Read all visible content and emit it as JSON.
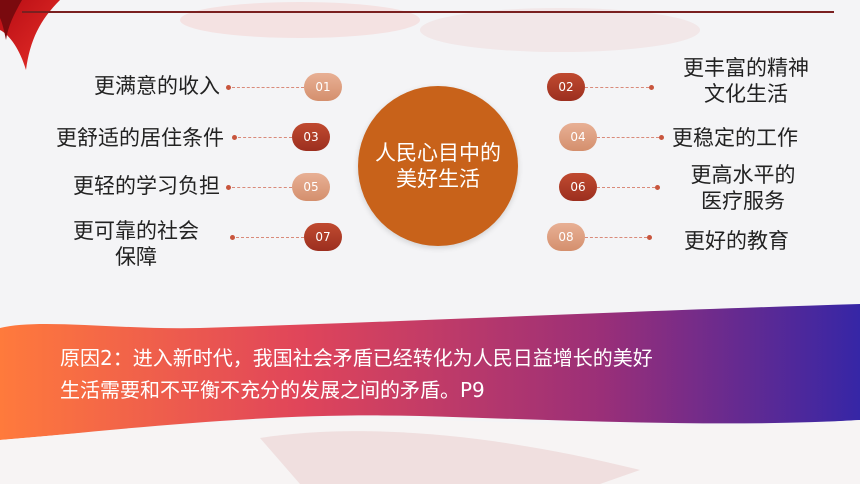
{
  "center": {
    "line1": "人民心目中的",
    "line2": "美好生活"
  },
  "left_items": [
    {
      "num": "01",
      "label_lines": [
        "更满意的收入"
      ]
    },
    {
      "num": "03",
      "label_lines": [
        "更舒适的居住条件"
      ]
    },
    {
      "num": "05",
      "label_lines": [
        "更轻的学习负担"
      ]
    },
    {
      "num": "07",
      "label_lines": [
        "更可靠的社会",
        "保障"
      ]
    }
  ],
  "right_items": [
    {
      "num": "02",
      "label_lines": [
        "更丰富的精神",
        "文化生活"
      ]
    },
    {
      "num": "04",
      "label_lines": [
        "更稳定的工作"
      ]
    },
    {
      "num": "06",
      "label_lines": [
        "更高水平的",
        "医疗服务"
      ]
    },
    {
      "num": "08",
      "label_lines": [
        "更好的教育"
      ]
    }
  ],
  "bottom": {
    "line1": "原因2：进入新时代，我国社会矛盾已经转化为人民日益增长的美好",
    "line2": "生活需要和不平衡不充分的发展之间的矛盾。P9"
  },
  "colors": {
    "center_circle": "#c8621a",
    "pill_light": "#d48f6d",
    "pill_dark": "#9c2f1f",
    "banner_left": "#ff6a3d",
    "banner_mid": "#a0306a",
    "banner_right": "#3a2aa8"
  }
}
